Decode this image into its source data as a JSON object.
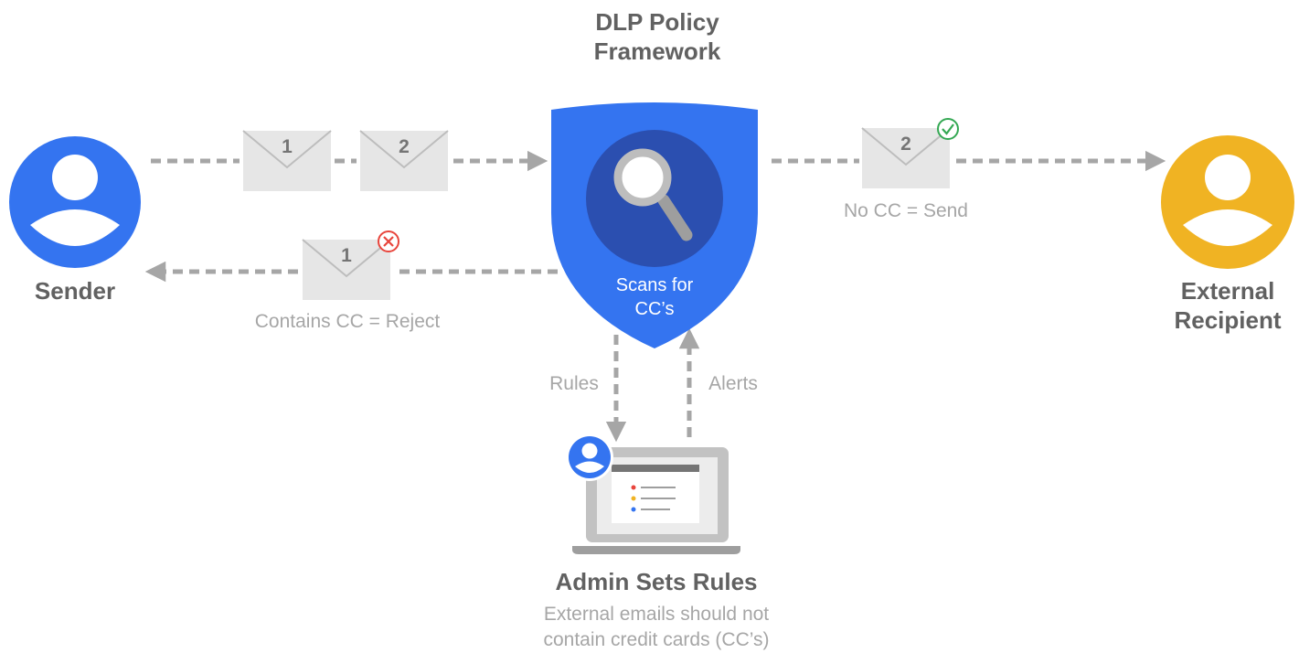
{
  "title": {
    "line1": "DLP Policy",
    "line2": "Framework"
  },
  "nodes": {
    "sender": {
      "label": "Sender",
      "color": "#3474f0",
      "icon": "person-icon"
    },
    "recipient": {
      "label_line1": "External",
      "label_line2": "Recipient",
      "color": "#f0b323",
      "icon": "person-icon"
    },
    "shield": {
      "text_line1": "Scans for",
      "text_line2": "CC’s",
      "color": "#3474f0",
      "inner_color": "#2b4fb0",
      "icon": "magnifier-icon"
    },
    "admin": {
      "title": "Admin Sets Rules",
      "desc_line1": "External emails should not",
      "desc_line2": "contain credit cards (CC’s)",
      "icon": "laptop-icon"
    }
  },
  "emails": {
    "outgoing_1": "1",
    "outgoing_2": "2",
    "rejected": "1",
    "sent": "2"
  },
  "edge_labels": {
    "reject": "Contains CC = Reject",
    "send": "No CC = Send",
    "rules": "Rules",
    "alerts": "Alerts"
  },
  "status_colors": {
    "reject": "#e8453c",
    "send": "#34a853",
    "arrow": "#a6a6a6"
  }
}
